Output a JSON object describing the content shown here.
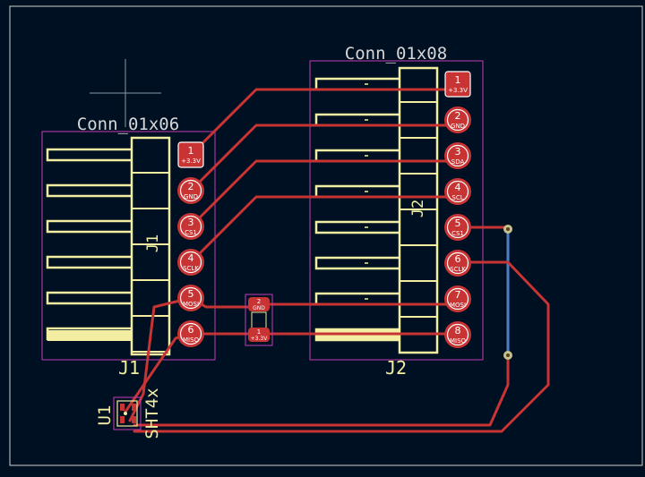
{
  "colors": {
    "background": "#001023",
    "edge_cuts": "#d0d2cd",
    "fab_outline": "#c23cb4",
    "silkscreen": "#f2eda1",
    "pad": "#c83434",
    "front_copper": "#c83434",
    "back_copper": "#4d7fc4",
    "via": "#c2c28a"
  },
  "j1": {
    "value": "Conn_01x06",
    "ref": "J1",
    "body_ref": "J1",
    "pins": [
      {
        "num": "6",
        "net": "MISO"
      },
      {
        "num": "5",
        "net": "MOSI"
      },
      {
        "num": "4",
        "net": "SCLK"
      },
      {
        "num": "3",
        "net": "CS1"
      },
      {
        "num": "2",
        "net": "GND"
      },
      {
        "num": "1",
        "net": "+3.3V"
      }
    ]
  },
  "j2": {
    "value": "Conn_01x08",
    "ref": "J2",
    "body_ref": "J2",
    "pins": [
      {
        "num": "8",
        "net": "MISO"
      },
      {
        "num": "7",
        "net": "MOSI"
      },
      {
        "num": "6",
        "net": "SCLK"
      },
      {
        "num": "5",
        "net": "CS1"
      },
      {
        "num": "4",
        "net": "SCL"
      },
      {
        "num": "3",
        "net": "SDA"
      },
      {
        "num": "2",
        "net": "GND"
      },
      {
        "num": "1",
        "net": "+3.3V"
      }
    ]
  },
  "c1": {
    "pads": [
      {
        "num": "2",
        "net": "GND"
      },
      {
        "num": "1",
        "net": "+3.3V"
      }
    ]
  },
  "u1": {
    "ref": "U1",
    "value": "SHT4x"
  }
}
